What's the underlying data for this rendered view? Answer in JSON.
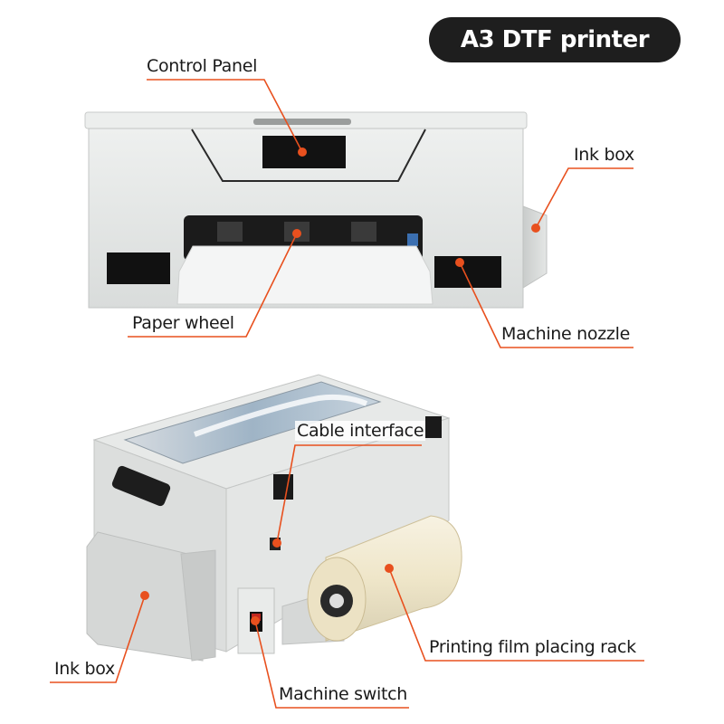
{
  "title": "A3 DTF printer",
  "accent_color": "#e8501e",
  "labels": {
    "control_panel": "Control Panel",
    "ink_box_top": "Ink box",
    "paper_wheel": "Paper wheel",
    "machine_nozzle": "Machine nozzle",
    "cable_interface": "Cable interface",
    "printing_film_rack": "Printing film placing rack",
    "ink_box_bottom": "Ink box",
    "machine_switch": "Machine switch"
  }
}
